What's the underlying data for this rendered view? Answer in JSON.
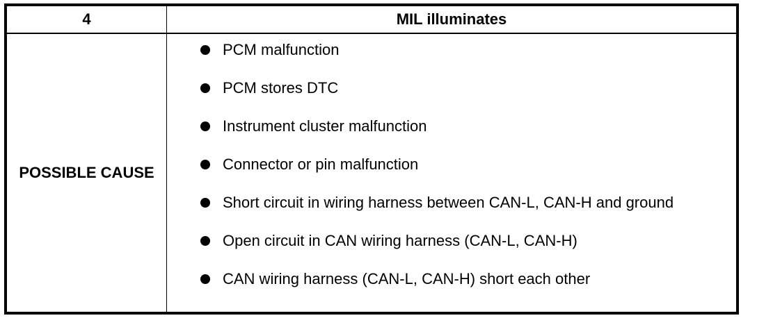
{
  "header": {
    "step": "4",
    "title": "MIL illuminates"
  },
  "body": {
    "label": "POSSIBLE CAUSE",
    "causes": [
      "PCM malfunction",
      "PCM stores DTC",
      "Instrument cluster malfunction",
      "Connector or pin malfunction",
      "Short circuit in wiring harness between CAN-L, CAN-H and ground",
      "Open circuit in CAN wiring harness (CAN-L, CAN-H)",
      "CAN wiring harness (CAN-L, CAN-H) short each other"
    ]
  },
  "icons": {
    "bullet": "bullet-dot-icon"
  }
}
